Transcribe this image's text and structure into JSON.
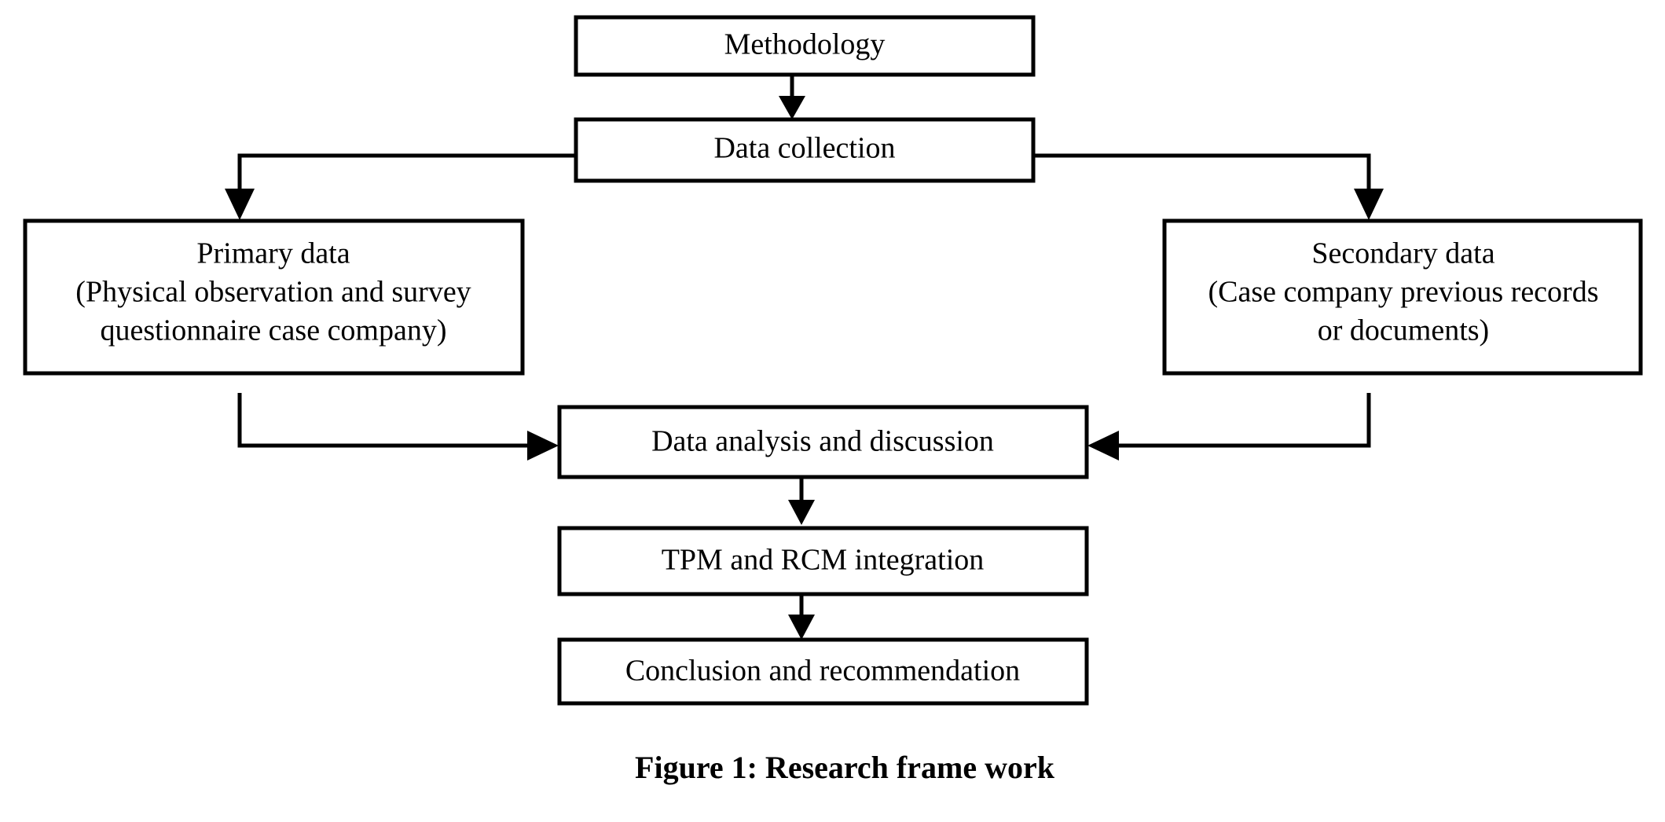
{
  "figure": {
    "caption": "Figure 1: Research frame work",
    "background_color": "#ffffff",
    "line_color": "#000000",
    "text_color": "#000000"
  },
  "nodes": {
    "methodology": {
      "label": "Methodology"
    },
    "data_collection": {
      "label": "Data collection"
    },
    "primary_data": {
      "line1": "Primary data",
      "line2": "(Physical observation and survey",
      "line3": "questionnaire case company)"
    },
    "secondary_data": {
      "line1": "Secondary data",
      "line2": "(Case company previous records",
      "line3": "or documents)"
    },
    "data_analysis": {
      "label": "Data analysis and discussion"
    },
    "tpm_rcm": {
      "label": "TPM and RCM integration"
    },
    "conclusion": {
      "label": "Conclusion and recommendation"
    }
  },
  "edges": [
    {
      "name": "methodology-to-data-collection",
      "from": "methodology",
      "to": "data_collection",
      "direction": "down"
    },
    {
      "name": "data-collection-to-primary-data",
      "from": "data_collection",
      "to": "primary_data",
      "direction": "left-then-down"
    },
    {
      "name": "data-collection-to-secondary-data",
      "from": "data_collection",
      "to": "secondary_data",
      "direction": "right-then-down"
    },
    {
      "name": "primary-data-to-data-analysis",
      "from": "primary_data",
      "to": "data_analysis",
      "direction": "down-then-right"
    },
    {
      "name": "secondary-data-to-data-analysis",
      "from": "secondary_data",
      "to": "data_analysis",
      "direction": "down-then-left"
    },
    {
      "name": "data-analysis-to-tpm-rcm",
      "from": "data_analysis",
      "to": "tpm_rcm",
      "direction": "down"
    },
    {
      "name": "tpm-rcm-to-conclusion",
      "from": "tpm_rcm",
      "to": "conclusion",
      "direction": "down"
    }
  ]
}
